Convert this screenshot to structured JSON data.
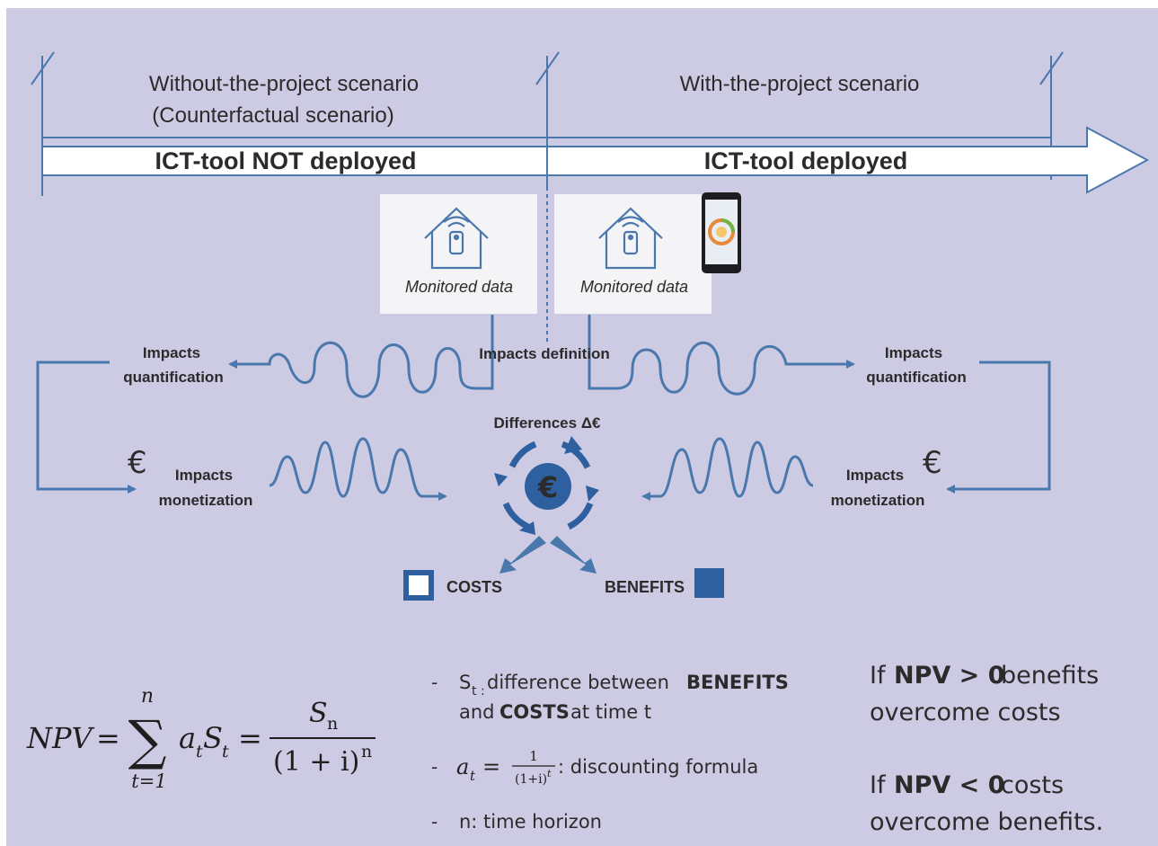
{
  "timeline": {
    "left_title_1": "Without-the-project scenario",
    "left_title_2": "(Counterfactual scenario)",
    "right_title": "With-the-project scenario",
    "left_bar": "ICT-tool NOT deployed",
    "right_bar": "ICT-tool deployed"
  },
  "monitored": {
    "left_label": "Monitored data",
    "right_label": "Monitored data"
  },
  "flow": {
    "impacts_definition": "Impacts definition",
    "quant_left_1": "Impacts",
    "quant_left_2": "quantification",
    "quant_right_1": "Impacts",
    "quant_right_2": "quantification",
    "monet_left_1": "Impacts",
    "monet_left_2": "monetization",
    "monet_right_1": "Impacts",
    "monet_right_2": "monetization",
    "differences": "Differences Δ€",
    "euro_symbol": "€",
    "costs": "COSTS",
    "benefits": "BENEFITS"
  },
  "formula": {
    "npv": "NPV",
    "eq": "=",
    "sum_top": "n",
    "sum_sign": "∑",
    "sum_bottom": "t=1",
    "term": "a",
    "term_sub": "t",
    "term2": "S",
    "term2_sub": "t",
    "eq2": "=",
    "num": "S",
    "num_sub": "n",
    "den": "(1 + i)",
    "den_sup": "n"
  },
  "notes": {
    "dash": "-",
    "note1_symbol": "S",
    "note1_sub": "t :",
    "note1_text": "difference between",
    "note1_bold1": "BENEFITS",
    "note1_line2_bold": "COSTS",
    "note1_line2_pre": "and",
    "note1_line2_post": "at time t",
    "note2_lhs": "a",
    "note2_lhs_sub": "t",
    "note2_eq": "=",
    "note2_num": "1",
    "note2_den": "(1+i)",
    "note2_den_sup": "t",
    "note2_text": ": discounting formula",
    "note3_text": "n: time horizon"
  },
  "conclusions": {
    "pos_if": "If",
    "pos_npv": "NPV > 0",
    "pos_rest": "benefits",
    "pos_line2": "overcome costs",
    "neg_if": "If",
    "neg_npv": "NPV < 0",
    "neg_rest": "costs",
    "neg_line2": "overcome benefits."
  },
  "colors": {
    "background": "#cccbe3",
    "accent_blue": "#2e5f9e",
    "line_blue": "#4a78ad",
    "positive": "#1fa84a",
    "negative": "#e52421",
    "panel": "#f4f4f6"
  },
  "icons": [
    "house-sensor-icon",
    "smartphone-icon",
    "euro-icon",
    "cycle-arrows-icon",
    "costs-square-icon",
    "benefits-square-icon"
  ]
}
